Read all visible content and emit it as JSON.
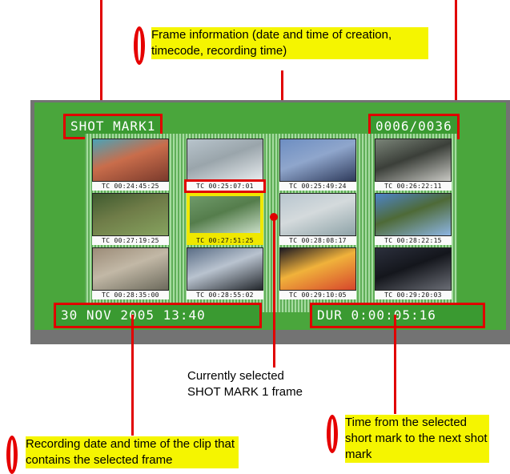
{
  "callouts": {
    "frame_info": "Frame information (date and time of creation, timecode, recording time)",
    "selected_frame_line1": "Currently selected",
    "selected_frame_line2": "SHOT MARK 1 frame",
    "recording_date": "Recording date and time of the clip that contains the selected frame",
    "time_to_next": "Time from the selected short mark to the next shot mark"
  },
  "screen": {
    "title": "SHOT MARK1",
    "counter": "0006/0036",
    "date": "30 NOV 2005 13:40",
    "duration": "DUR  0:00:05:16"
  },
  "thumbnails": [
    {
      "tc": "TC 00:24:45:25",
      "colors": [
        "#4aa3b8",
        "#7a3a2c",
        "#c96d4b"
      ]
    },
    {
      "tc": "TC 00:25:07:01",
      "colors": [
        "#b8c4cc",
        "#e8ecef",
        "#9aa5ab"
      ]
    },
    {
      "tc": "TC 00:25:49:24",
      "colors": [
        "#6d8ec2",
        "#2f3b5c",
        "#8fa6cc"
      ]
    },
    {
      "tc": "TC 00:26:22:11",
      "colors": [
        "#7a8478",
        "#c9c9c4",
        "#3b3f39"
      ]
    },
    {
      "tc": "TC 00:27:19:25",
      "colors": [
        "#3f5b2f",
        "#86a35f",
        "#6f7c48"
      ]
    },
    {
      "tc": "TC 00:27:51:25",
      "colors": [
        "#6f9a6a",
        "#c8ddc6",
        "#557d4c"
      ]
    },
    {
      "tc": "TC 00:28:08:17",
      "colors": [
        "#b8c6cf",
        "#8ea3a8",
        "#d4dadc"
      ]
    },
    {
      "tc": "TC 00:28:22:15",
      "colors": [
        "#4d84c9",
        "#8db5e3",
        "#4e6a37"
      ]
    },
    {
      "tc": "TC 00:28:35:00",
      "colors": [
        "#9c8c78",
        "#6c6a5c",
        "#c2b8a6"
      ]
    },
    {
      "tc": "TC 00:28:55:02",
      "colors": [
        "#5a6d86",
        "#23272c",
        "#b9c3cf"
      ]
    },
    {
      "tc": "TC 00:29:10:05",
      "colors": [
        "#1d1a22",
        "#d7462c",
        "#f0b23b"
      ]
    },
    {
      "tc": "TC 00:29:20:03",
      "colors": [
        "#2b2f3c",
        "#6a6d75",
        "#14161c"
      ]
    }
  ]
}
